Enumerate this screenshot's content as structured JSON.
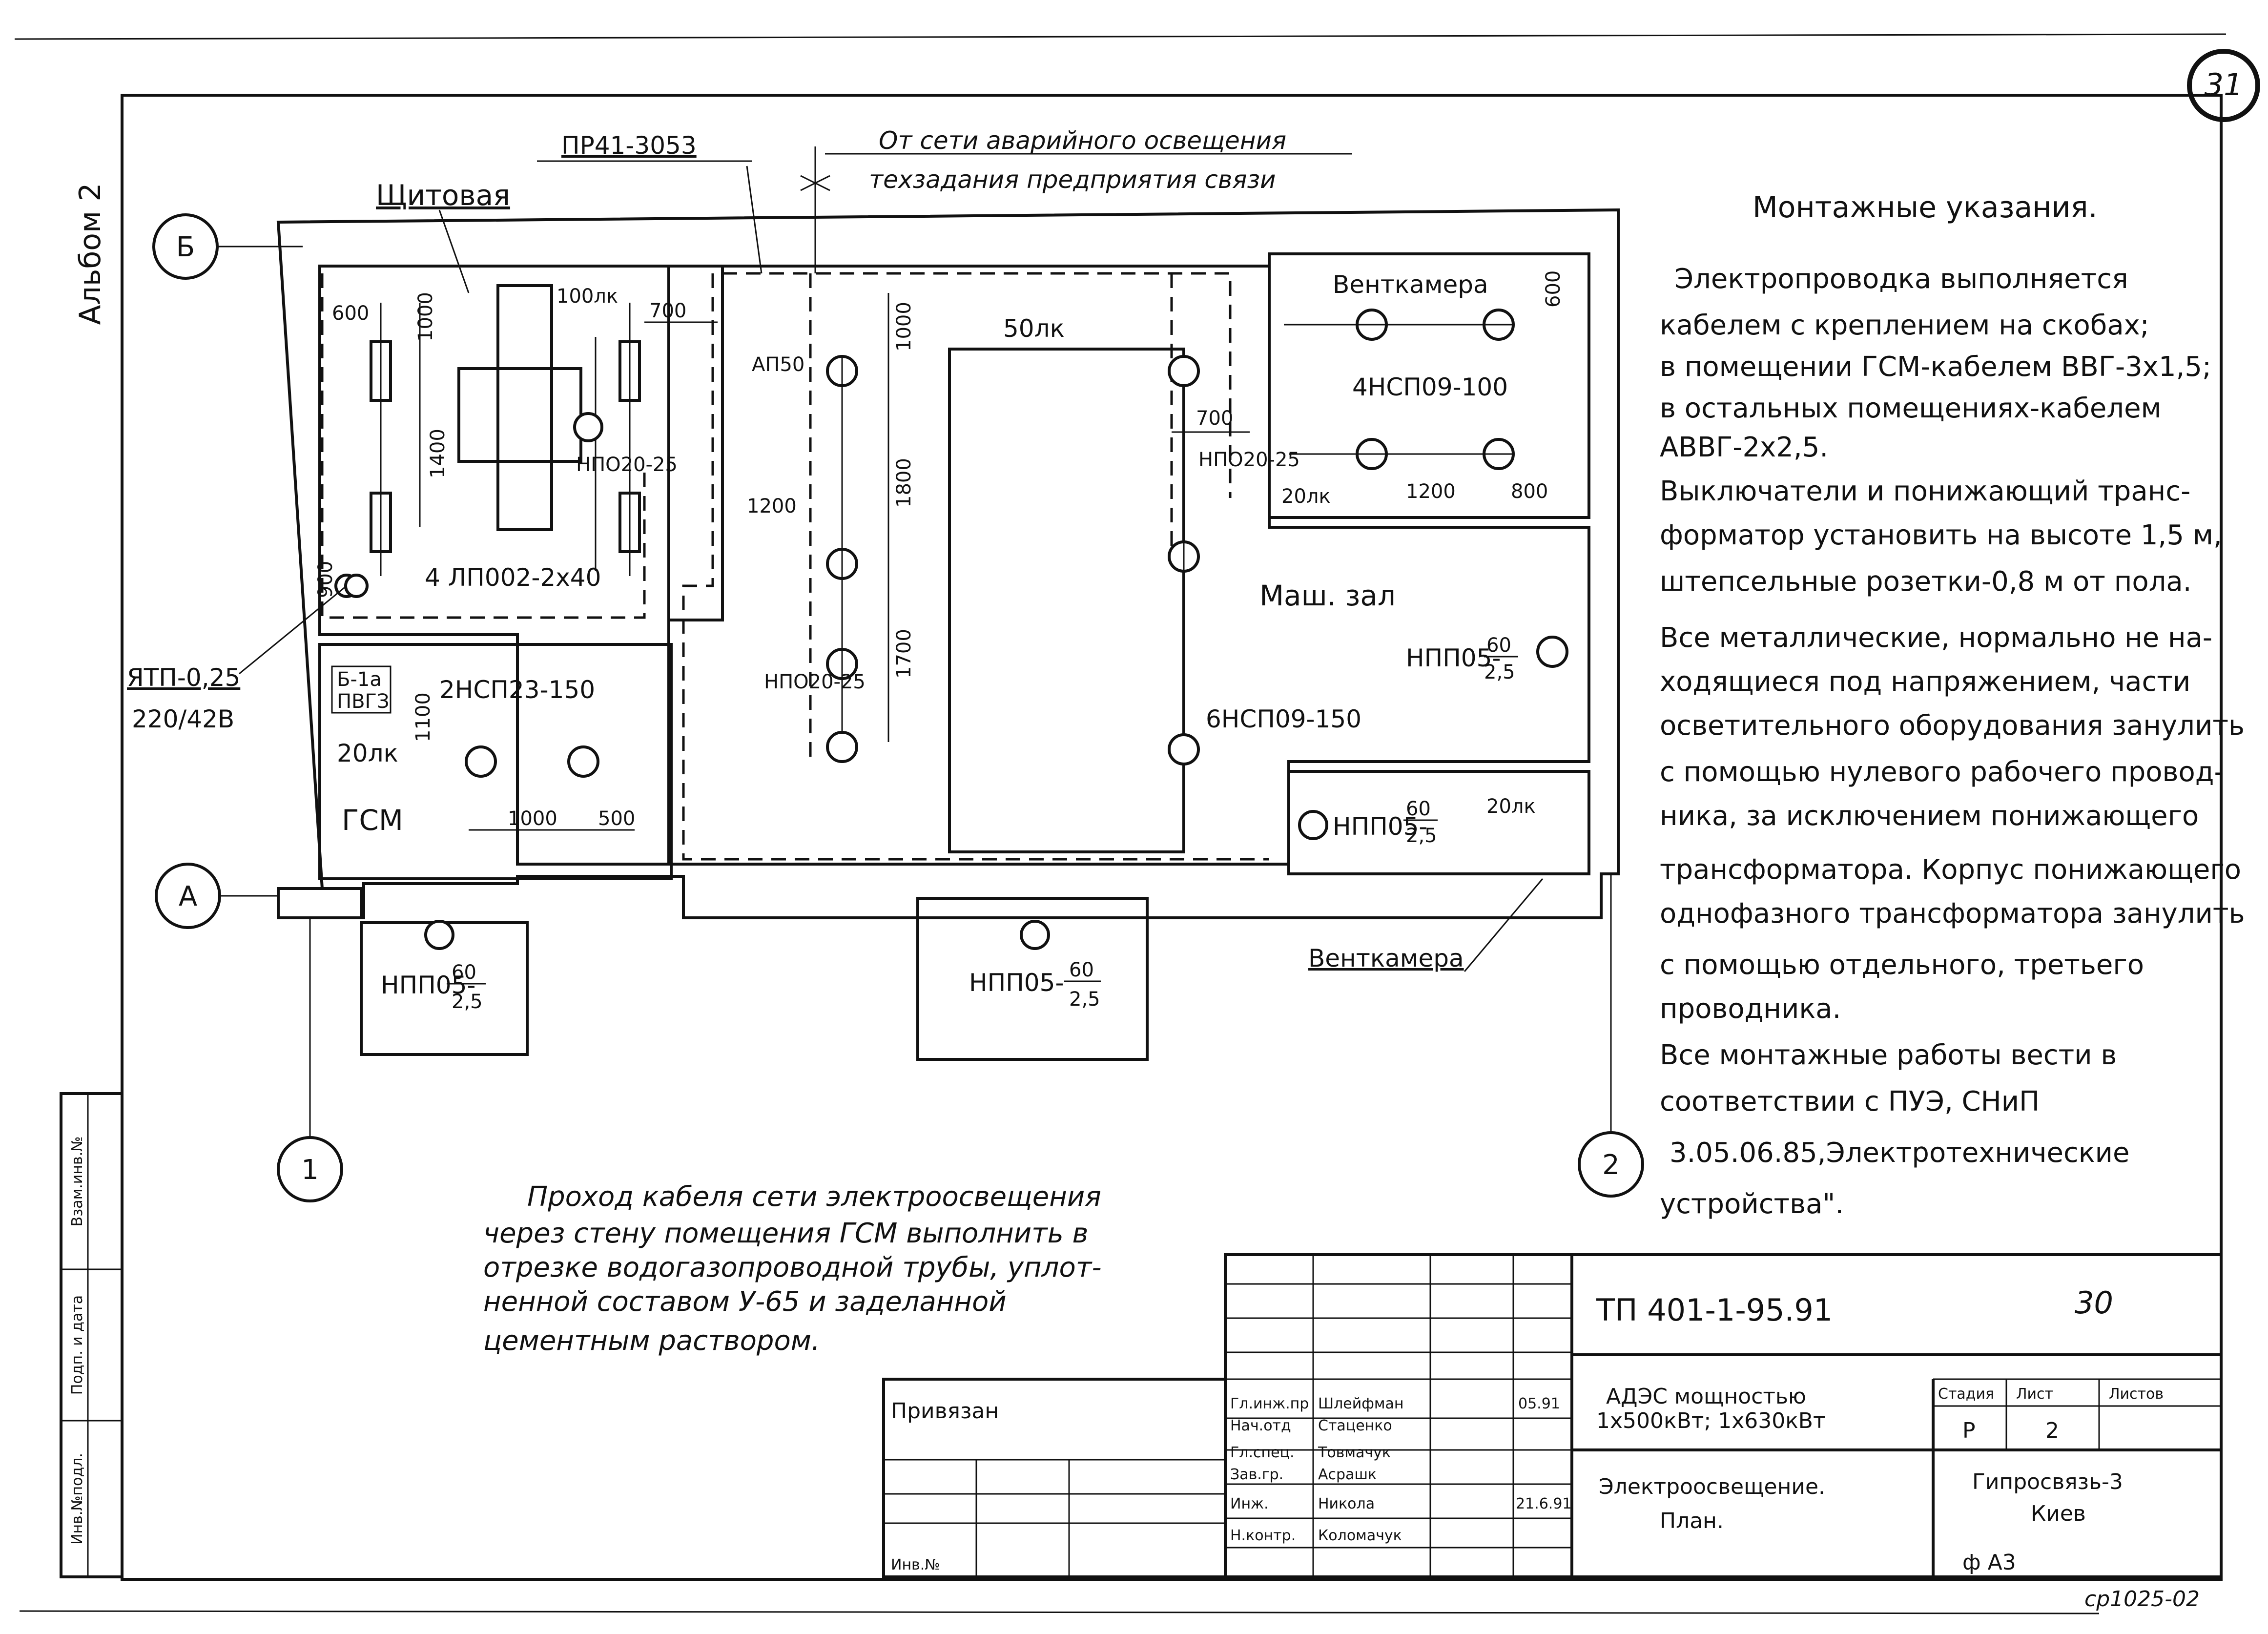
{
  "album": "Альбом 2",
  "sheet_circle": "31",
  "header": {
    "top_left_code": "ПР41-3053",
    "top_note_1": "От сети аварийного освещения",
    "top_note_2": "техзадания предприятия связи",
    "panel_room": "Щитовая"
  },
  "axes": {
    "b": "Б",
    "a": "А",
    "one": "1",
    "two": "2"
  },
  "rooms": {
    "ventkamera_top": "Венткамера",
    "mash_zal": "Маш. зал",
    "gsm": "ГСМ",
    "ventkamera_bottom": "Венткамера"
  },
  "fixtures": {
    "panel_lux": "100лк",
    "lp": "4 ЛП002-2х40",
    "np_panel": "НПО20-25",
    "np_main": "НПО20-25",
    "np_main2": "НПО20-25",
    "hall_lux": "50лк",
    "bottom_center": "6НСП09-150",
    "vent_lamp": "4НСП09-100",
    "vent_lux": "20лк",
    "npp_right": "НПП05-",
    "npp_vent2": "НПП05-",
    "npp_vent2_lux": "20лк",
    "gsm_lamp": "2НСП23-150",
    "gsm_lux": "20лк",
    "npp_bottom_left": "НПП05-",
    "npp_bottom_mid": "НПП05-",
    "frac_num_60": "60",
    "frac_den_25": "2,5",
    "ytp": "ЯТП-0,25",
    "ytp_v": "220/42В",
    "b1a": "Б-1а",
    "b1a2": "ПВГЗ"
  },
  "dims": {
    "d600": "600",
    "d1000": "1000",
    "d1400": "1400",
    "d700": "700",
    "d900": "900",
    "d1200": "1200",
    "d1800": "1800",
    "d1700": "1700",
    "d1100": "1100",
    "d500": "500",
    "d250": "АП50",
    "d1200b": "1200",
    "d800": "800",
    "d600b": "600"
  },
  "notes": {
    "title": "Монтажные указания.",
    "lines": [
      "Электропроводка выполняется",
      "кабелем с креплением на скобах;",
      "в помещении ГСМ-кабелем ВВГ-3х1,5;",
      "в остальных помещениях-кабелем",
      "АВВГ-2х2,5.",
      "Выключатели и понижающий транс-",
      "форматор установить на высоте 1,5 м,",
      "штепсельные розетки-0,8 м от пола.",
      "Все металлические, нормально не на-",
      "ходящиеся под напряжением, части",
      "осветительного оборудования занулить",
      "с помощью нулевого рабочего провод-",
      "ника, за исключением понижающего",
      "трансформатора. Корпус понижающего",
      "однофазного трансформатора занулить",
      "с помощью отдельного, третьего",
      "проводника.",
      "Все монтажные работы вести в",
      "соответствии с ПУЭ, СНиП",
      "3.05.06.85,Электротехнические",
      "устройства\"."
    ]
  },
  "bottom_note": [
    "Проход кабеля сети электроосвещения",
    "через стену помещения ГСМ выполнить в",
    "отрезке водогазопроводной трубы, уплот-",
    "ненной составом У-65 и заделанной",
    "цементным раствором."
  ],
  "title_block": {
    "doc_code": "ТП 401-1-95.91",
    "sheet_no": "30",
    "privyazan": "Привязан",
    "inv": "Инв.№",
    "desc_1": "АДЭС мощностью",
    "desc_2": "1х500кВт; 1х630кВт",
    "desc_3": "Электроосвещение.",
    "desc_4": "План.",
    "stage_h": "Стадия",
    "sheet_h": "Лист",
    "sheets_h": "Листов",
    "stage": "Р",
    "sheet": "2",
    "org_1": "Гипросвязь-3",
    "org_2": "Киев",
    "format": "ф А3",
    "roles": [
      "Гл.инж.пр",
      "Нач.отд",
      "Гл.спец.",
      "Зав.гр.",
      "Инж.",
      "Н.контр."
    ],
    "names": [
      "Шлейфман",
      "Стаценко",
      "Товмачук",
      "Асрашк",
      "Никола",
      "Коломачук"
    ],
    "dates": [
      "05.91",
      "",
      "",
      "",
      "21.6.91",
      ""
    ],
    "side": [
      "Инв.№подл.",
      "Подп. и дата",
      "Взам.инв.№"
    ],
    "stamp": "ср1025-02"
  }
}
